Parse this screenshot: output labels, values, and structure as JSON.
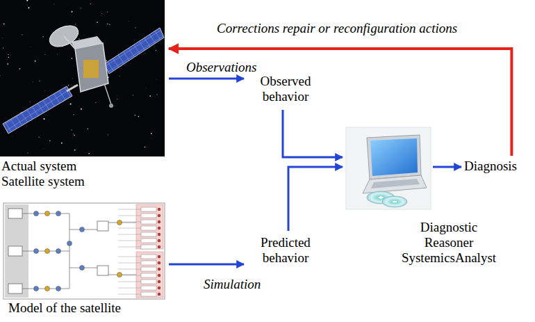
{
  "diagram": {
    "nodes": [
      {
        "text": [
          "Actual system Satellite system"
        ]
      },
      {
        "text": [
          "Observed behavior"
        ]
      },
      {
        "text": [
          "Diagnostic Reasoner SystemicsAnalyst"
        ]
      },
      {
        "text": [
          "Diagnosis"
        ]
      },
      {
        "text": [
          "Model of the satellite"
        ]
      },
      {
        "text": [
          "Predicted behavior"
        ]
      }
    ],
    "edges": [
      {
        "from": 0,
        "to": 1,
        "label": "Observations",
        "arrow": "to"
      },
      {
        "from": 1,
        "to": 2,
        "arrow": "to"
      },
      {
        "from": 5,
        "to": 2,
        "arrow": "to"
      },
      {
        "from": 2,
        "to": 3,
        "arrow": "to"
      },
      {
        "from": 3,
        "to": 0,
        "label": "Corrections repair or reconfiguration actions",
        "arrow": "to"
      },
      {
        "from": 4,
        "to": 5,
        "label": "Simulation",
        "arrow": "to"
      }
    ]
  }
}
